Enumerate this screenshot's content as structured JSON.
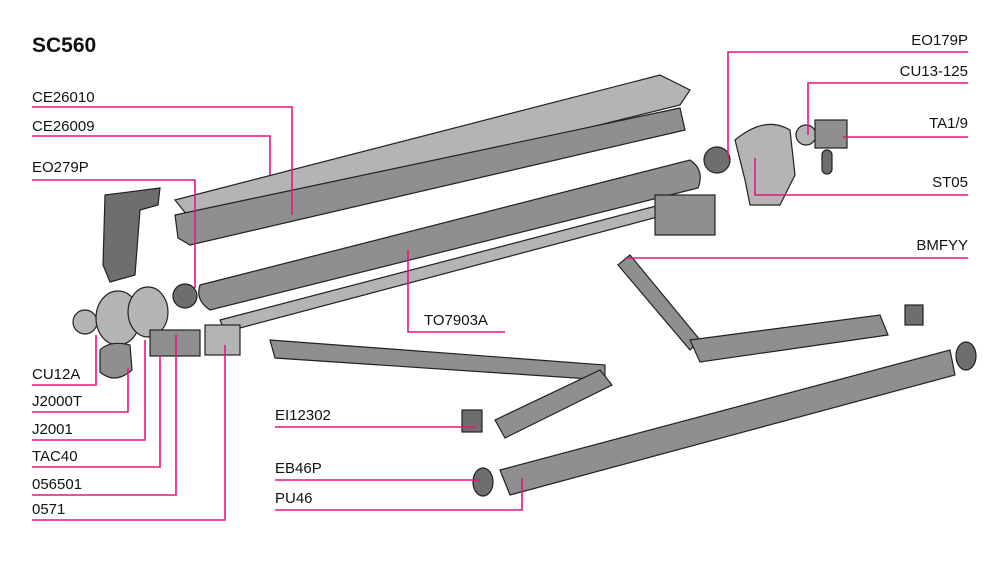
{
  "title": "SC560",
  "labels": {
    "CE26010": "CE26010",
    "CE26009": "CE26009",
    "EO279P": "EO279P",
    "CU12A": "CU12A",
    "J2000T": "J2000T",
    "J2001": "J2001",
    "TAC40": "TAC40",
    "056501": "056501",
    "0571": "0571",
    "EO179P": "EO179P",
    "CU13_125": "CU13-125",
    "TA1_9": "TA1/9",
    "ST05": "ST05",
    "BMFYY": "BMFYY",
    "TO7903A": "TO7903A",
    "EI12302": "EI12302",
    "EB46P": "EB46P",
    "PU46": "PU46"
  },
  "colors": {
    "leader": "#e5177d",
    "part": "#8f8f8f"
  }
}
